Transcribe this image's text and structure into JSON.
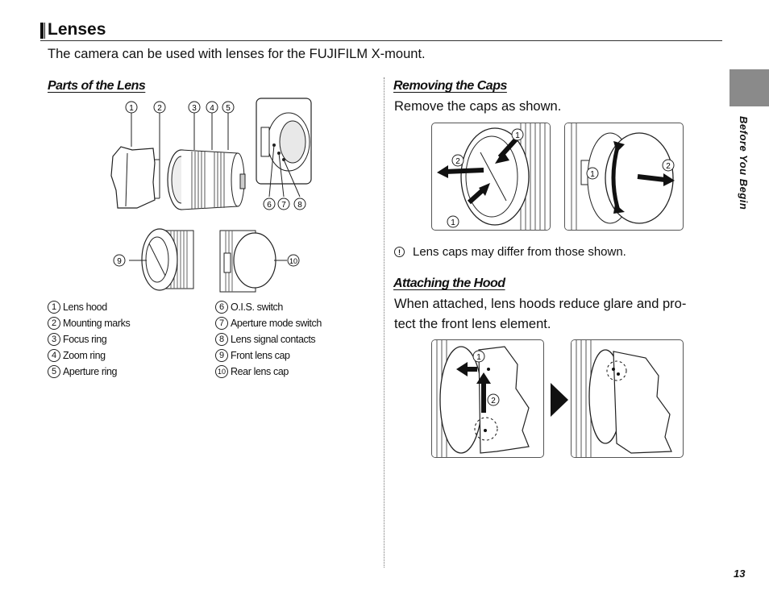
{
  "page": {
    "title": "Lenses",
    "intro": "The camera can be used with lenses for the FUJIFILM X-mount.",
    "side_label": "Before You Begin",
    "page_number": "13"
  },
  "parts": {
    "heading": "Parts of the Lens",
    "callouts": [
      "1",
      "2",
      "3",
      "4",
      "5",
      "6",
      "7",
      "8",
      "9",
      "10"
    ],
    "items": [
      {
        "num": "1",
        "label": "Lens hood"
      },
      {
        "num": "2",
        "label": "Mounting marks"
      },
      {
        "num": "3",
        "label": "Focus ring"
      },
      {
        "num": "4",
        "label": "Zoom ring"
      },
      {
        "num": "5",
        "label": "Aperture ring"
      },
      {
        "num": "6",
        "label": "O.I.S. switch"
      },
      {
        "num": "7",
        "label": "Aperture mode switch"
      },
      {
        "num": "8",
        "label": "Lens signal contacts"
      },
      {
        "num": "9",
        "label": "Front lens cap"
      },
      {
        "num": "10",
        "label": "Rear lens cap"
      }
    ]
  },
  "removing": {
    "heading": "Removing the Caps",
    "text": "Remove the caps as shown.",
    "note_icon": "!",
    "note": "Lens caps may differ from those shown.",
    "steps": [
      "1",
      "2"
    ]
  },
  "hood": {
    "heading": "Attaching the Hood",
    "text_line1": "When attached, lens hoods reduce glare and pro-",
    "text_line2": "tect the front lens element.",
    "steps": [
      "1",
      "2"
    ]
  }
}
